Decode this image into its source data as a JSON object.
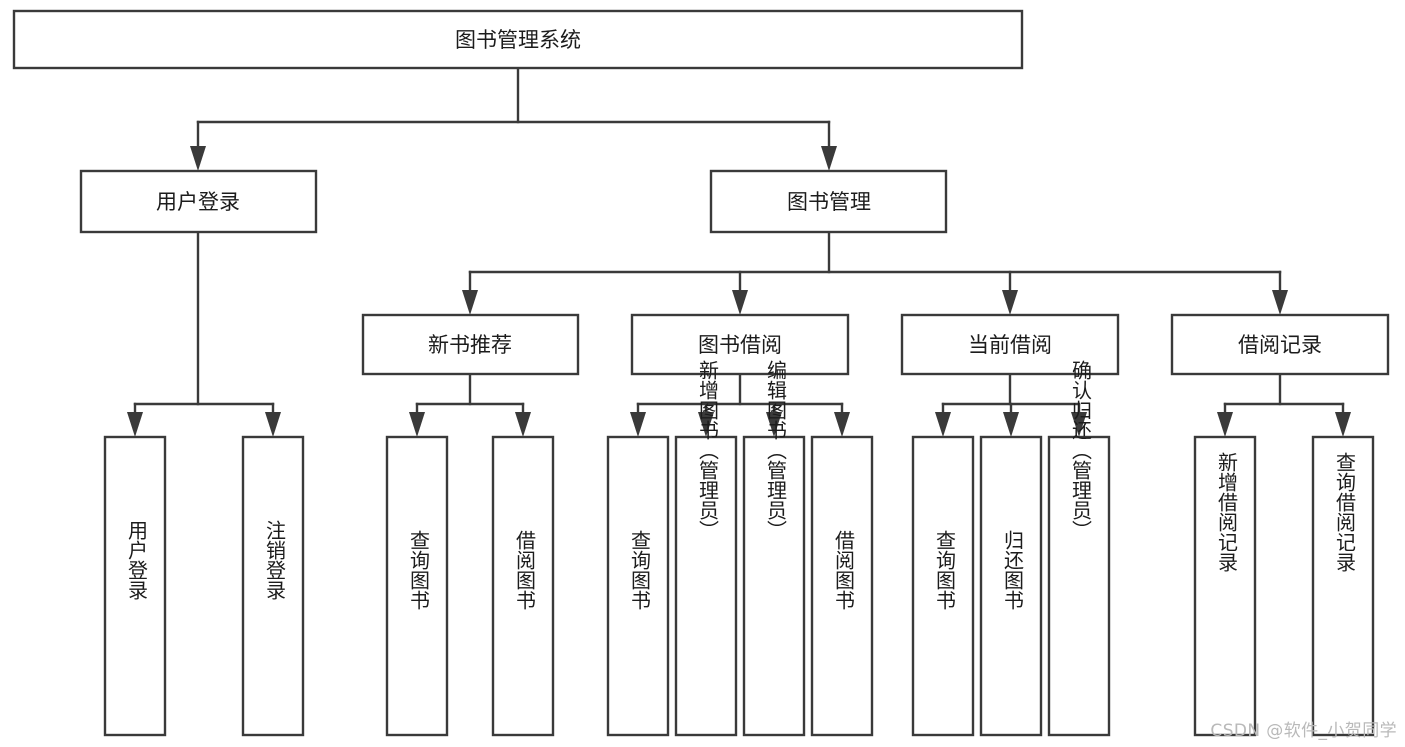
{
  "diagram": {
    "title": "图书管理系统",
    "type": "hierarchy-tree",
    "watermark": "CSDN @软件_小贺同学",
    "nodes": {
      "root": {
        "label": "图书管理系统"
      },
      "level2": [
        {
          "label": "用户登录"
        },
        {
          "label": "图书管理"
        }
      ],
      "level3": [
        {
          "label": "新书推荐"
        },
        {
          "label": "图书借阅"
        },
        {
          "label": "当前借阅"
        },
        {
          "label": "借阅记录"
        }
      ],
      "leaves": {
        "user_login": [
          {
            "label": "用户登录"
          },
          {
            "label": "注销登录"
          }
        ],
        "new_book_recommend": [
          {
            "label": "查询图书"
          },
          {
            "label": "借阅图书"
          }
        ],
        "book_borrow": [
          {
            "label": "查询图书"
          },
          {
            "label": "新增图书（管理员）"
          },
          {
            "label": "编辑图书（管理员）"
          },
          {
            "label": "借阅图书"
          }
        ],
        "current_borrow": [
          {
            "label": "查询图书"
          },
          {
            "label": "归还图书"
          },
          {
            "label": "确认归还（管理员）"
          }
        ],
        "borrow_record": [
          {
            "label": "新增借阅记录"
          },
          {
            "label": "查询借阅记录"
          }
        ]
      }
    },
    "colors": {
      "stroke": "#3a3a3a",
      "fill": "#ffffff",
      "text": "#1c1c1c",
      "watermark": "#b9b9b9"
    }
  }
}
